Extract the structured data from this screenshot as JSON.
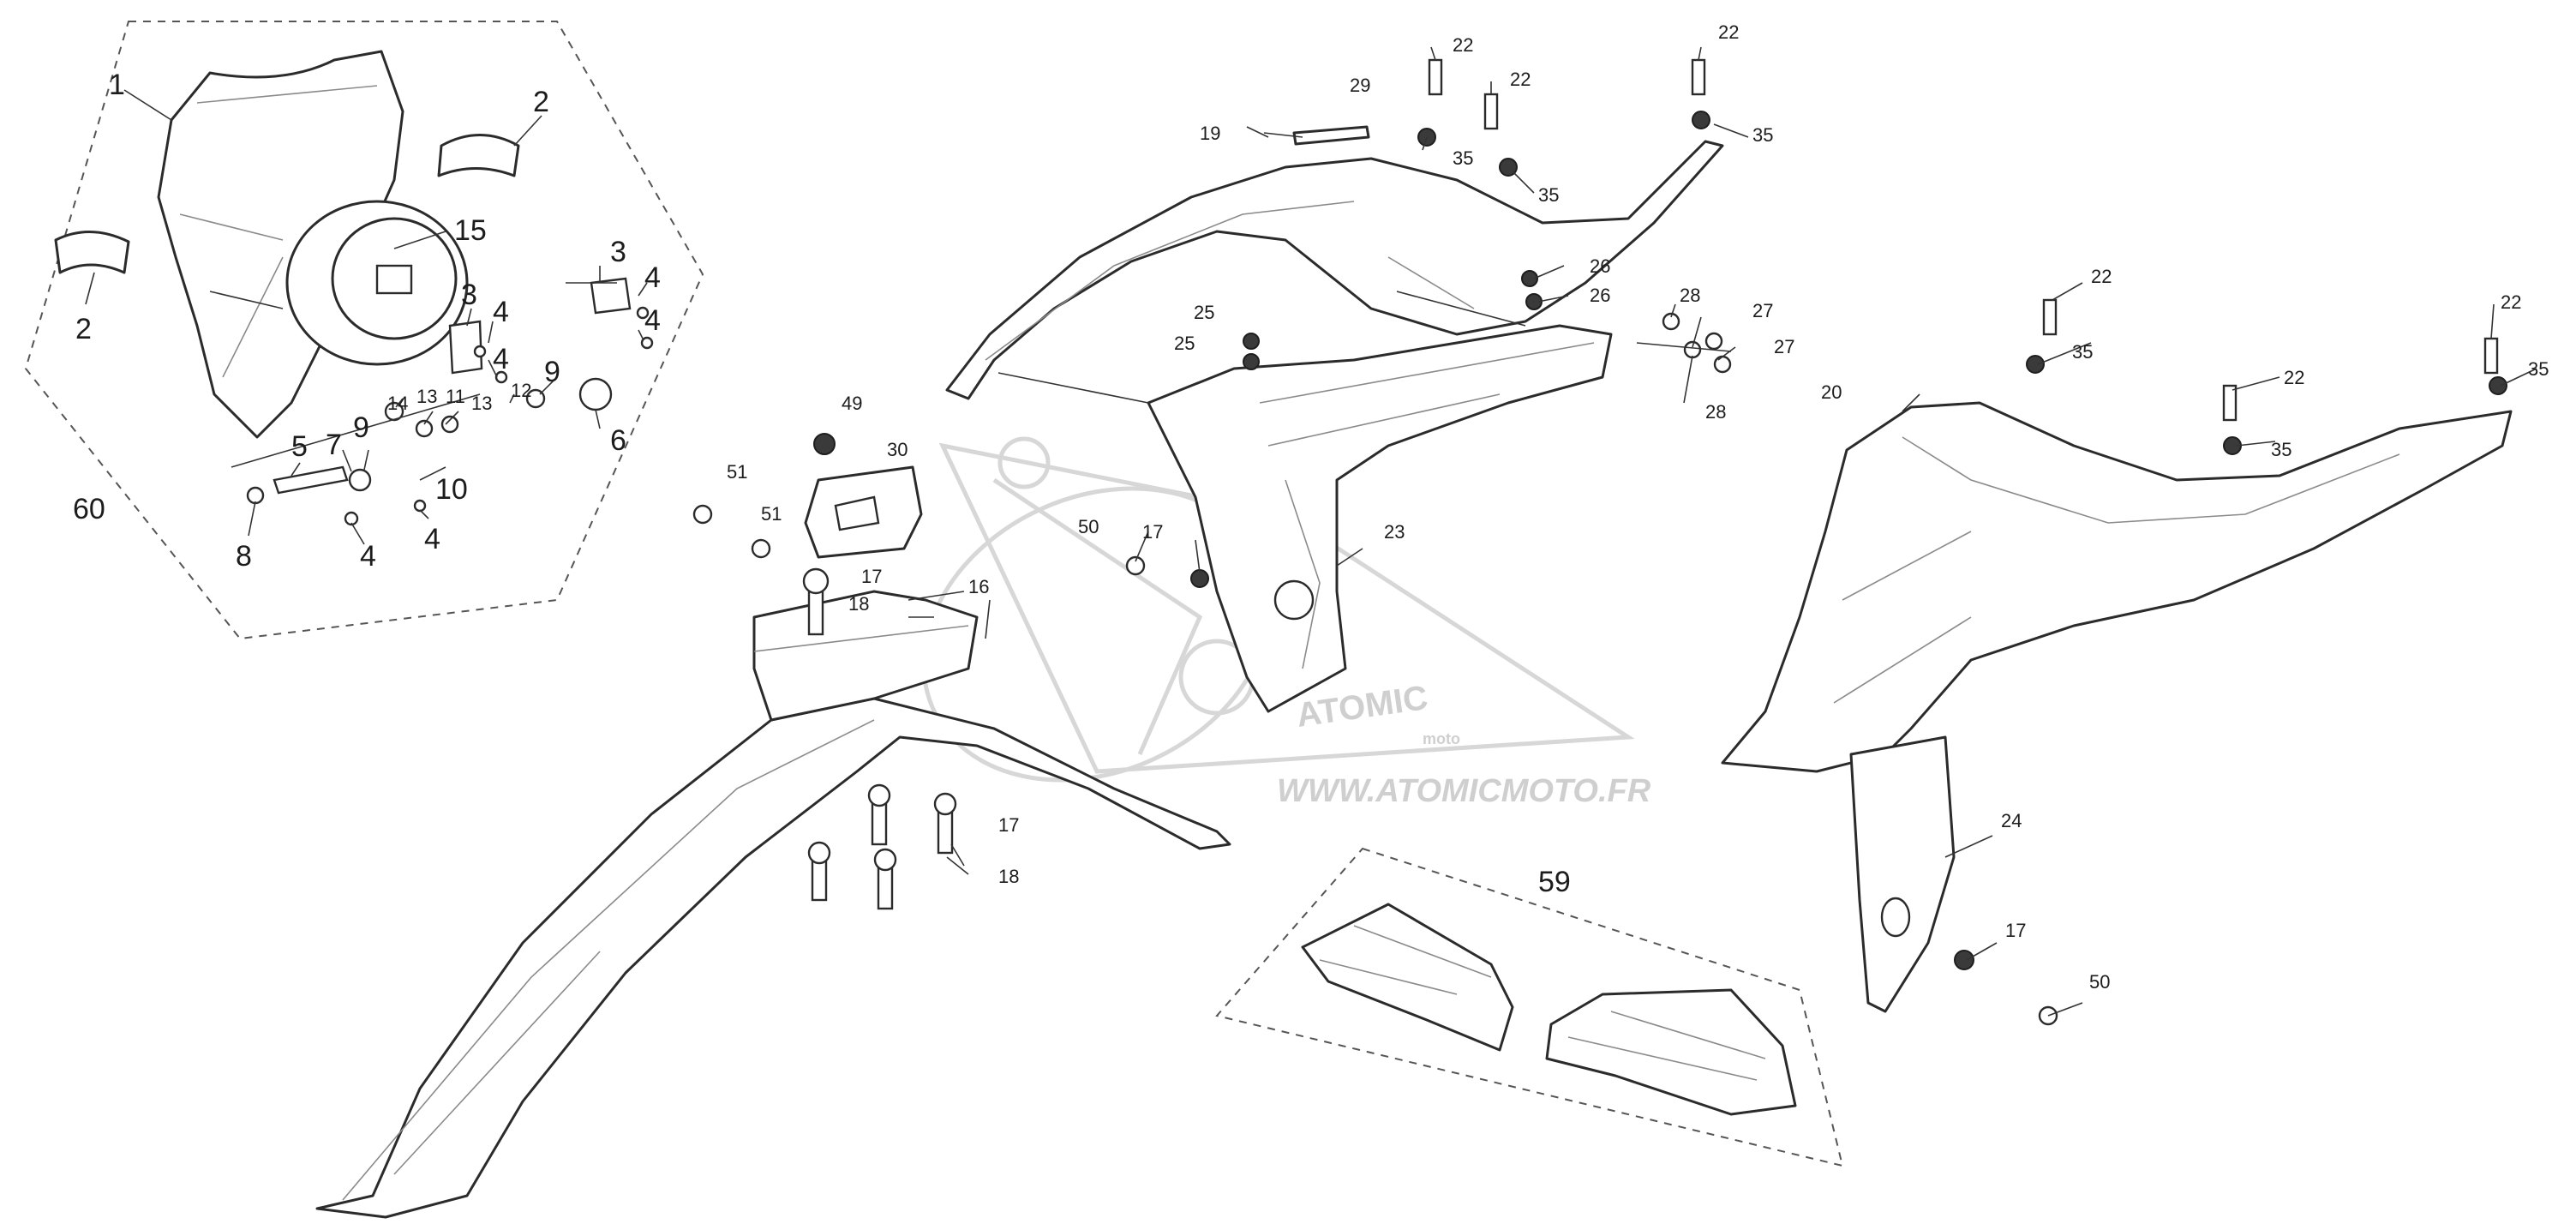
{
  "watermark": {
    "logo_text": "ATOMIC",
    "logo_sub": "moto",
    "url": "WWW.ATOMICMOTO.FR"
  },
  "group_labels": {
    "headlight_kit": "60",
    "handguard_kit": "59"
  },
  "callouts": {
    "c1": "1",
    "c2a": "2",
    "c2b": "2",
    "c3a": "3",
    "c3b": "3",
    "c4a": "4",
    "c4b": "4",
    "c4c": "4",
    "c4d": "4",
    "c4e": "4",
    "c4f": "4",
    "c5": "5",
    "c6": "6",
    "c7": "7",
    "c8": "8",
    "c9a": "9",
    "c9b": "9",
    "c10": "10",
    "c11": "11",
    "c12": "12",
    "c13a": "13",
    "c13b": "13",
    "c14": "14",
    "c15": "15",
    "c16": "16",
    "c17a": "17",
    "c17b": "17",
    "c17c": "17",
    "c17d": "17",
    "c18a": "18",
    "c18b": "18",
    "c19": "19",
    "c20": "20",
    "c22a": "22",
    "c22b": "22",
    "c22c": "22",
    "c22d": "22",
    "c22e": "22",
    "c22f": "22",
    "c23": "23",
    "c24": "24",
    "c25a": "25",
    "c25b": "25",
    "c26a": "26",
    "c26b": "26",
    "c27a": "27",
    "c27b": "27",
    "c28a": "28",
    "c28b": "28",
    "c29": "29",
    "c30": "30",
    "c35a": "35",
    "c35b": "35",
    "c35c": "35",
    "c35d": "35",
    "c35e": "35",
    "c35f": "35",
    "c49": "49",
    "c50a": "50",
    "c50b": "50",
    "c51a": "51",
    "c51b": "51"
  }
}
